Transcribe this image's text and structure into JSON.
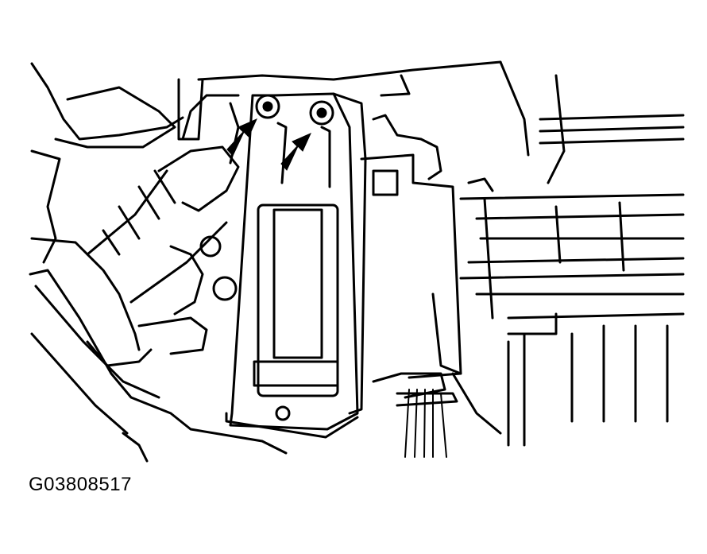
{
  "figure": {
    "code": "G03808517"
  },
  "arrows": [
    {
      "name": "left-fastener-arrow",
      "points_to": "left-mounting-nut"
    },
    {
      "name": "right-fastener-arrow",
      "points_to": "right-mounting-nut"
    }
  ]
}
